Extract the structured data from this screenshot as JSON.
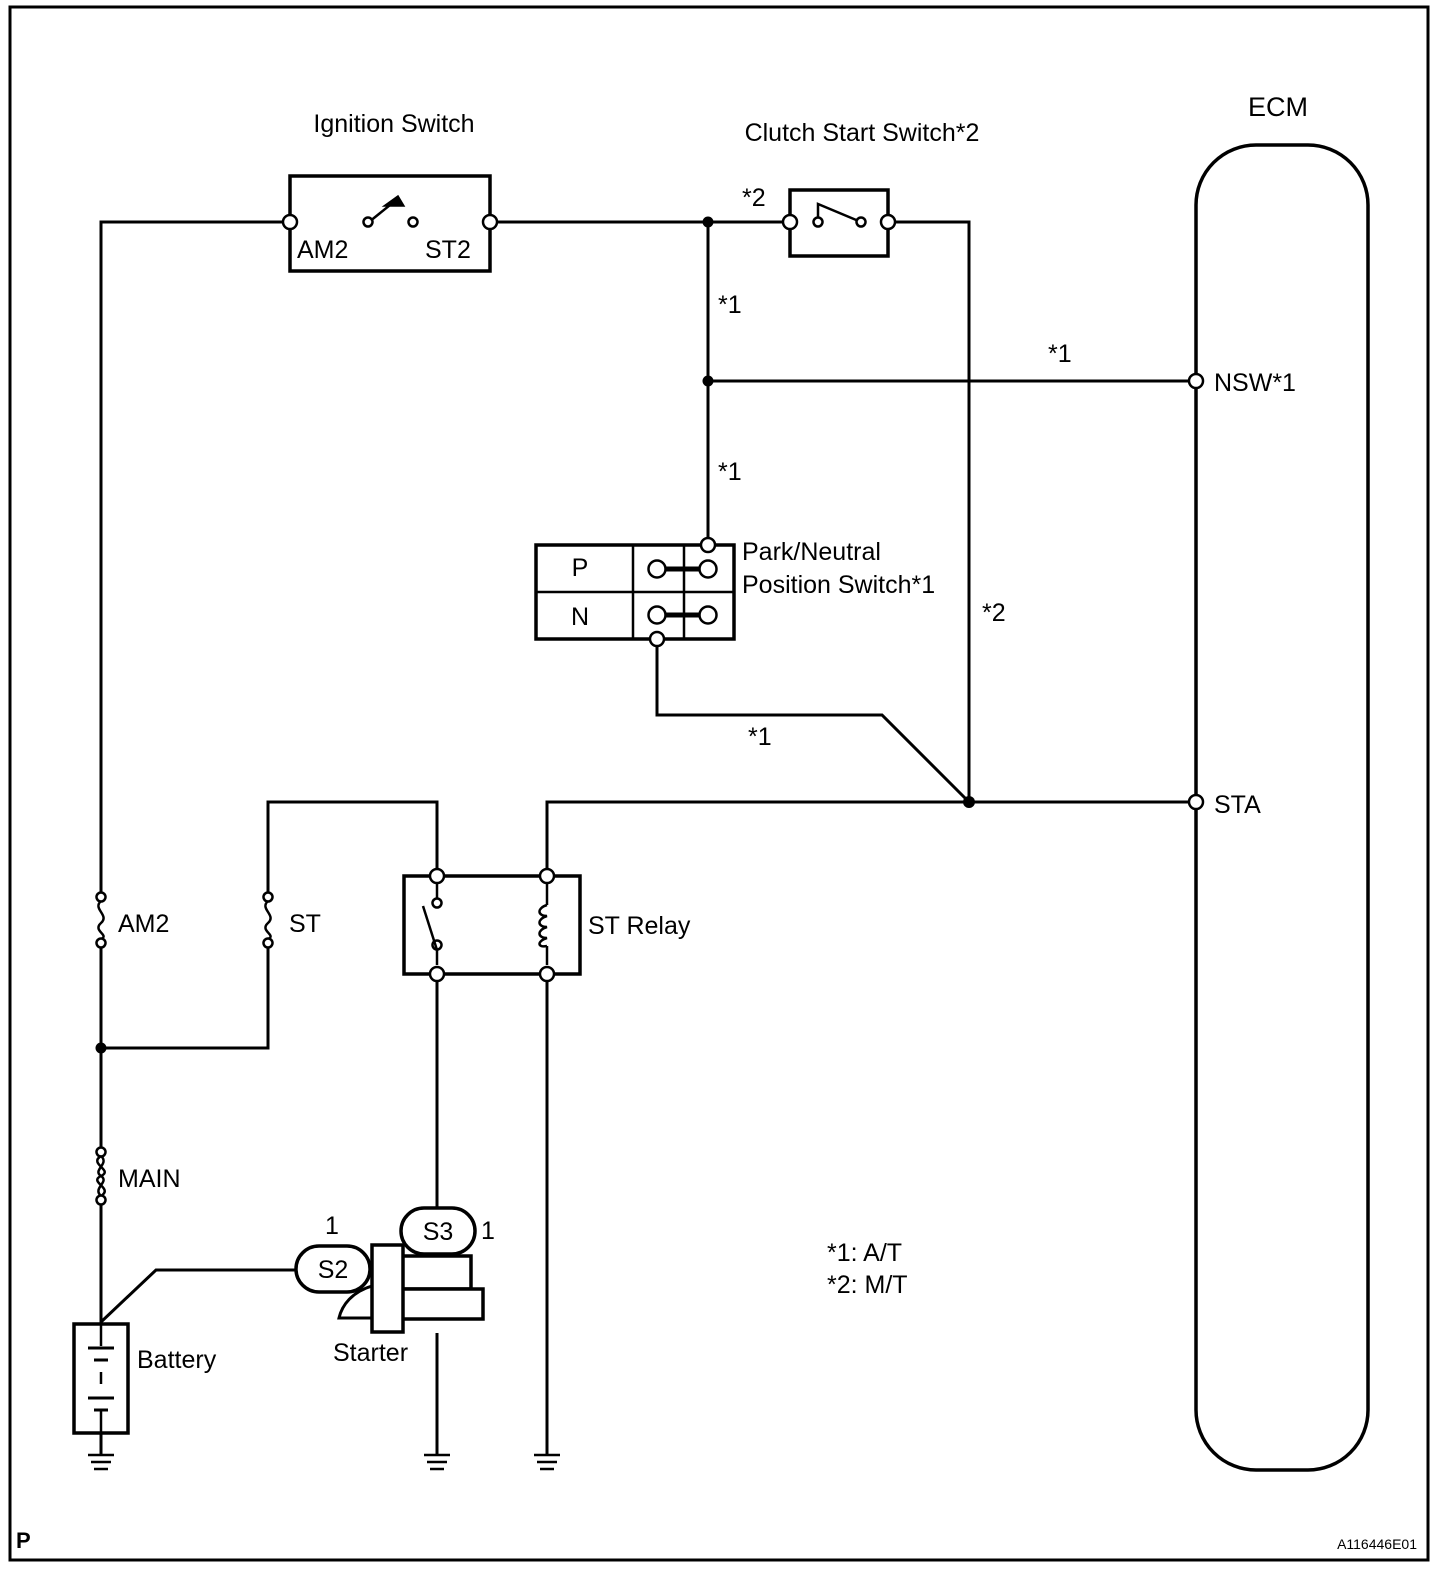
{
  "components": {
    "ignition_switch": {
      "title": "Ignition Switch",
      "term_left": "AM2",
      "term_right": "ST2"
    },
    "clutch_start_switch": {
      "title": "Clutch Start Switch*2",
      "note": "*2"
    },
    "ecm": {
      "title": "ECM",
      "pin_nsw": "NSW*1",
      "pin_sta": "STA"
    },
    "park_neutral_switch": {
      "title_line1": "Park/Neutral",
      "title_line2": "Position Switch*1",
      "row_p": "P",
      "row_n": "N"
    },
    "fuses": {
      "am2": "AM2",
      "st": "ST",
      "main": "MAIN"
    },
    "st_relay": {
      "label": "ST Relay"
    },
    "battery": {
      "label": "Battery"
    },
    "starter": {
      "label": "Starter",
      "conn_s2": "S2",
      "conn_s2_pin": "1",
      "conn_s3": "S3",
      "conn_s3_pin": "1"
    }
  },
  "wire_notes": {
    "w1": "*1",
    "w2": "*1",
    "w3": "*1",
    "w4": "*1",
    "w5": "*2"
  },
  "legend": {
    "line1": "*1: A/T",
    "line2": "*2: M/T"
  },
  "footer": {
    "page_mark": "P",
    "figure_id": "A116446E01"
  }
}
